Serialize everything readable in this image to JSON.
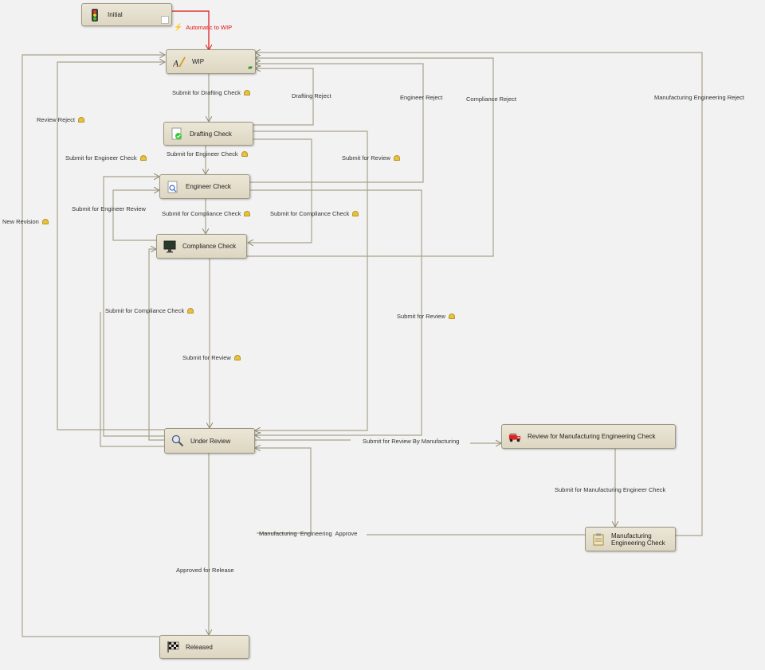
{
  "states": {
    "initial": {
      "label": "Initial",
      "icon": "traffic-light-icon"
    },
    "wip": {
      "label": "WIP",
      "icon": "pencil-icon"
    },
    "drafting": {
      "label": "Drafting Check",
      "icon": "document-check-icon"
    },
    "engineer": {
      "label": "Engineer Check",
      "icon": "document-search-icon"
    },
    "compliance": {
      "label": "Compliance Check",
      "icon": "monitor-icon"
    },
    "review": {
      "label": "Under Review",
      "icon": "magnifier-icon"
    },
    "released": {
      "label": "Released",
      "icon": "checkered-flag-icon"
    },
    "rev_mfg": {
      "label": "Review for Manufacturing Engineering Check",
      "icon": "fire-truck-icon"
    },
    "mfg_check": {
      "label": "Manufacturing Engineering Check",
      "icon": "clipboard-icon"
    }
  },
  "transitions": {
    "auto_wip": "Automatic to WIP",
    "submit_drafting": "Submit for Drafting Check",
    "drafting_reject": "Drafting Reject",
    "engineer_reject": "Engineer Reject",
    "compliance_reject": "Compliance Reject",
    "mfg_reject": "Manufacturing Engineering Reject",
    "review_reject": "Review Reject",
    "new_revision": "New Revision",
    "submit_engineer_1": "Submit for Engineer Check",
    "submit_engineer_2": "Submit for Engineer Check",
    "submit_review_1": "Submit for Review",
    "submit_engineer_review": "Submit for Engineer Review",
    "submit_compliance_1": "Submit for Compliance Check",
    "submit_compliance_2": "Submit for Compliance Check",
    "submit_compliance_3": "Submit for Compliance Check",
    "submit_review_2": "Submit for Review",
    "submit_review_3": "Submit for Review",
    "submit_review_mfg": "Submit for Review By Manufacturing",
    "submit_mfg_check": "Submit for Manufacturing Engineer Check",
    "mfg_approve": "Manufacturing  Engineering  Approve",
    "approved_release": "Approved for Release"
  }
}
